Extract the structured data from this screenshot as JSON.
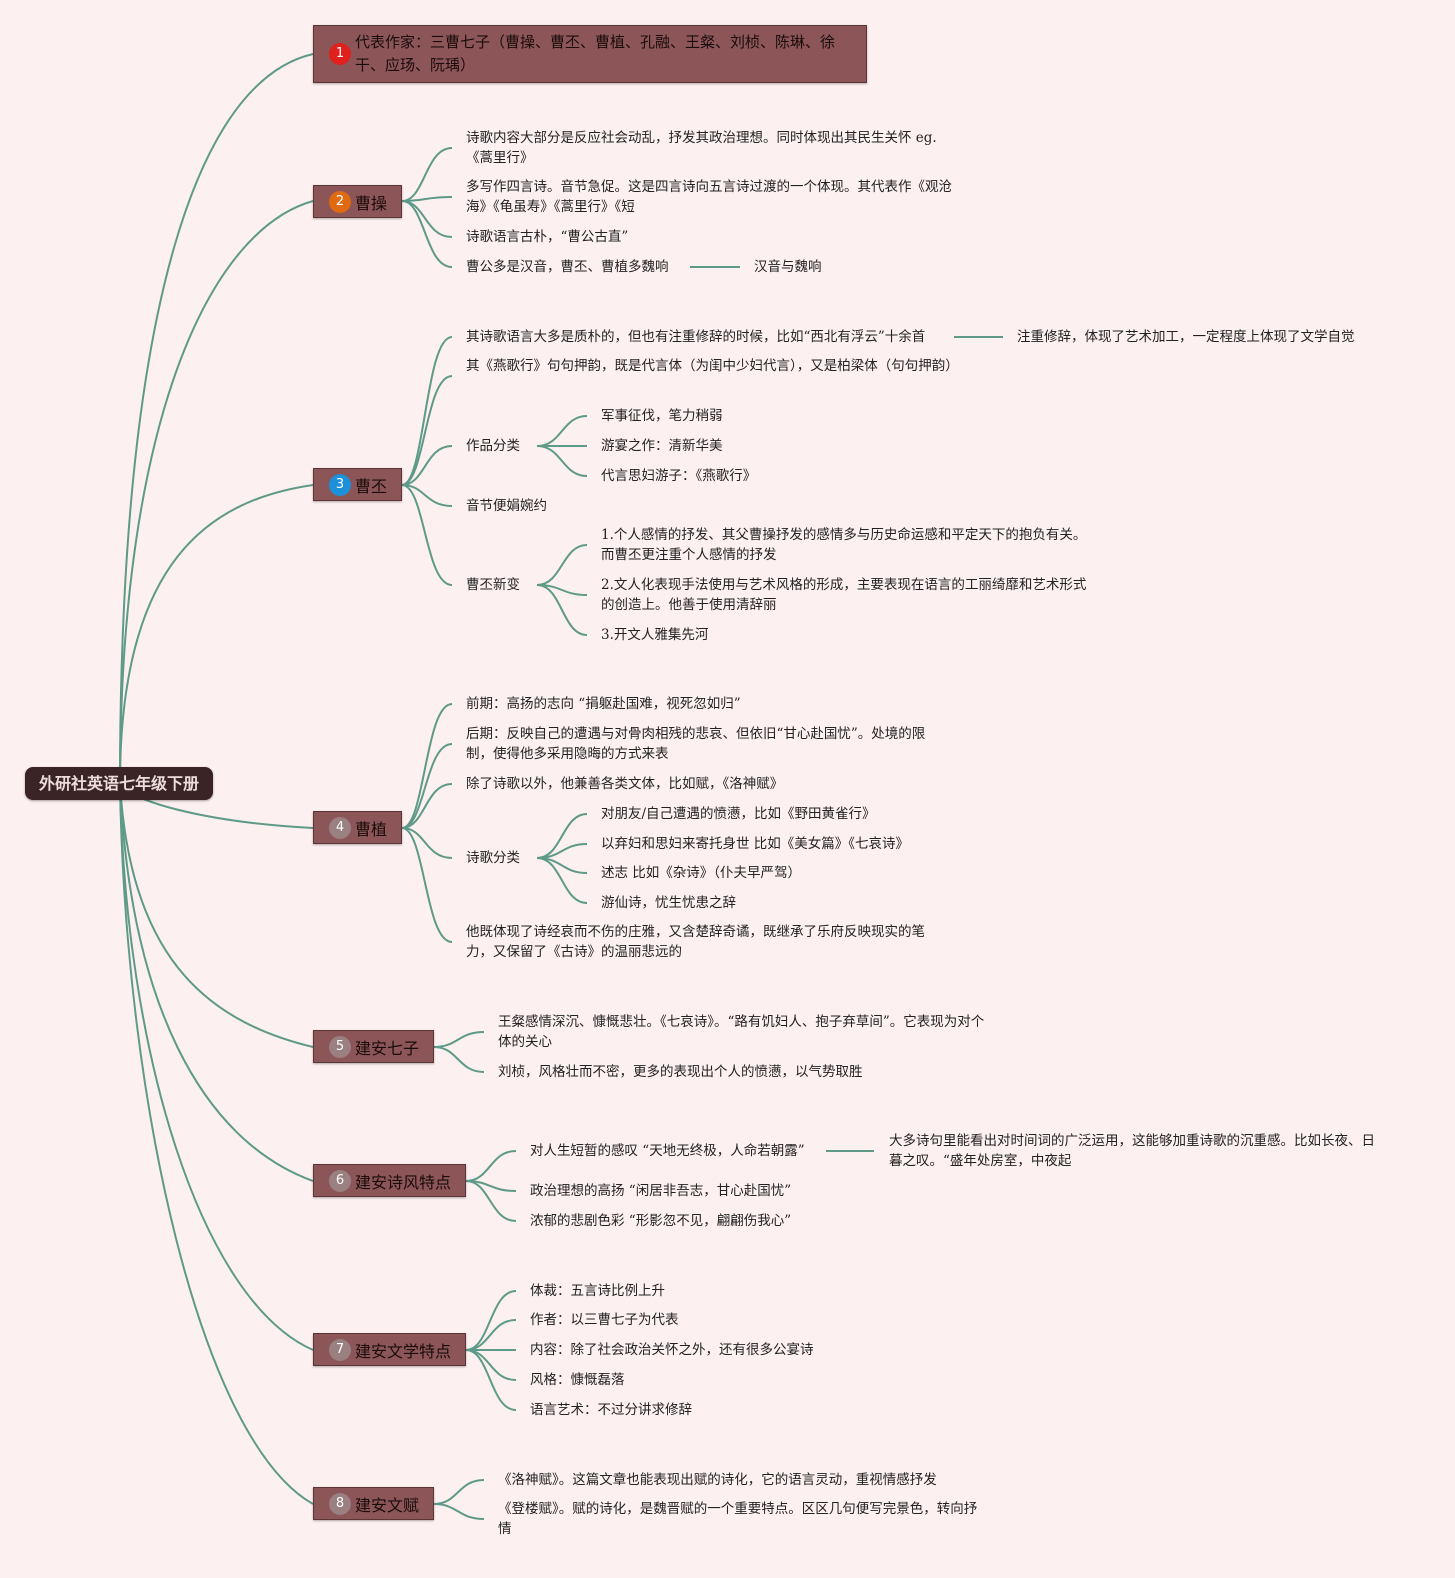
{
  "root": "外研社英语七年级下册",
  "colors": {
    "background": "#fdf0f0",
    "root": "#3a2426",
    "branch": "#8c5558",
    "edge": "#5e9a88"
  },
  "branches": [
    {
      "num": "1",
      "label": "代表作家：三曹七子（曹操、曹丕、曹植、孔融、王粲、刘桢、陈琳、徐干、应玚、阮瑀）",
      "badge_color": "#e0201c"
    },
    {
      "num": "2",
      "label": "曹操",
      "badge_color": "#e06a12"
    },
    {
      "num": "3",
      "label": "曹丕",
      "badge_color": "#1c90d8"
    },
    {
      "num": "4",
      "label": "曹植",
      "badge_color": "#9a8080"
    },
    {
      "num": "5",
      "label": "建安七子",
      "badge_color": "#9a8080"
    },
    {
      "num": "6",
      "label": "建安诗风特点",
      "badge_color": "#9a8080"
    },
    {
      "num": "7",
      "label": "建安文学特点",
      "badge_color": "#9a8080"
    },
    {
      "num": "8",
      "label": "建安文赋",
      "badge_color": "#9a8080"
    }
  ],
  "caocao": {
    "content": "诗歌内容大部分是反应社会动乱，抒发其政治理想。同时体现出其民生关怀 eg.《蒿里行》",
    "form": "多写作四言诗。音节急促。这是四言诗向五言诗过渡的一个体现。其代表作《观沧海》《龟虽寿》《蒿里行》《短",
    "language": "诗歌语言古朴，“曹公古直”",
    "sound": "曹公多是汉音，曹丕、曹植多魏响",
    "sound_note": "汉音与魏响"
  },
  "caopi": {
    "language": "其诗歌语言大多是质朴的，但也有注重修辞的时候，比如“西北有浮云”十余首",
    "language_note": "注重修辞，体现了艺术加工，一定程度上体现了文学自觉",
    "yange": "其《燕歌行》句句押韵，既是代言体（为闺中少妇代言），又是柏梁体（句句押韵）",
    "works_label": "作品分类",
    "works": [
      "军事征伐，笔力稍弱",
      "游宴之作：清新华美",
      "代言思妇游子：《燕歌行》"
    ],
    "rhythm": "音节便娟婉约",
    "new_label": "曹丕新变",
    "new_items": [
      "1.个人感情的抒发、其父曹操抒发的感情多与历史命运感和平定天下的抱负有关。而曹丕更注重个人感情的抒发",
      "2.文人化表现手法使用与艺术风格的形成，主要表现在语言的工丽绮靡和艺术形式的创造上。他善于使用清辞丽",
      "3.开文人雅集先河"
    ]
  },
  "caozhi": {
    "early": "前期：高扬的志向 “捐躯赴国难，视死忽如归”",
    "late": "后期：反映自己的遭遇与对骨肉相残的悲哀、但依旧“甘心赴国忧”。处境的限制，使得他多采用隐晦的方式来表",
    "other": "除了诗歌以外，他兼善各类文体，比如赋，《洛神赋》",
    "poems_label": "诗歌分类",
    "poems": [
      "对朋友/自己遭遇的愤懑，比如《野田黄雀行》",
      "以弃妇和思妇来寄托身世 比如《美女篇》《七哀诗》",
      "述志 比如《杂诗》（仆夫早严驾）",
      "游仙诗，忧生忧患之辞"
    ],
    "summary": "他既体现了诗经哀而不伤的庄雅，又含楚辞奇谲，既继承了乐府反映现实的笔力，又保留了《古诗》的温丽悲远的"
  },
  "qizi": [
    "王粲感情深沉、慷慨悲壮。《七哀诗》。“路有饥妇人、抱子弃草间”。它表现为对个体的关心",
    "刘桢，风格壮而不密，更多的表现出个人的愤懑，以气势取胜"
  ],
  "shifeng": {
    "life": "对人生短暂的感叹 “天地无终极，人命若朝露”",
    "life_note": "大多诗句里能看出对时间词的广泛运用，这能够加重诗歌的沉重感。比如长夜、日暮之叹。“盛年处房室，中夜起",
    "politics": "政治理想的高扬 “闲居非吾志，甘心赴国忧”",
    "tragic": "浓郁的悲剧色彩 “形影忽不见，翩翩伤我心”"
  },
  "wenxue": [
    "体裁：五言诗比例上升",
    "作者：以三曹七子为代表",
    "内容：除了社会政治关怀之外，还有很多公宴诗",
    "风格：慷慨磊落",
    "语言艺术：不过分讲求修辞"
  ],
  "wenfu": [
    "《洛神赋》。这篇文章也能表现出赋的诗化，它的语言灵动，重视情感抒发",
    "《登楼赋》。赋的诗化，是魏晋赋的一个重要特点。区区几句便写完景色，转向抒情"
  ]
}
